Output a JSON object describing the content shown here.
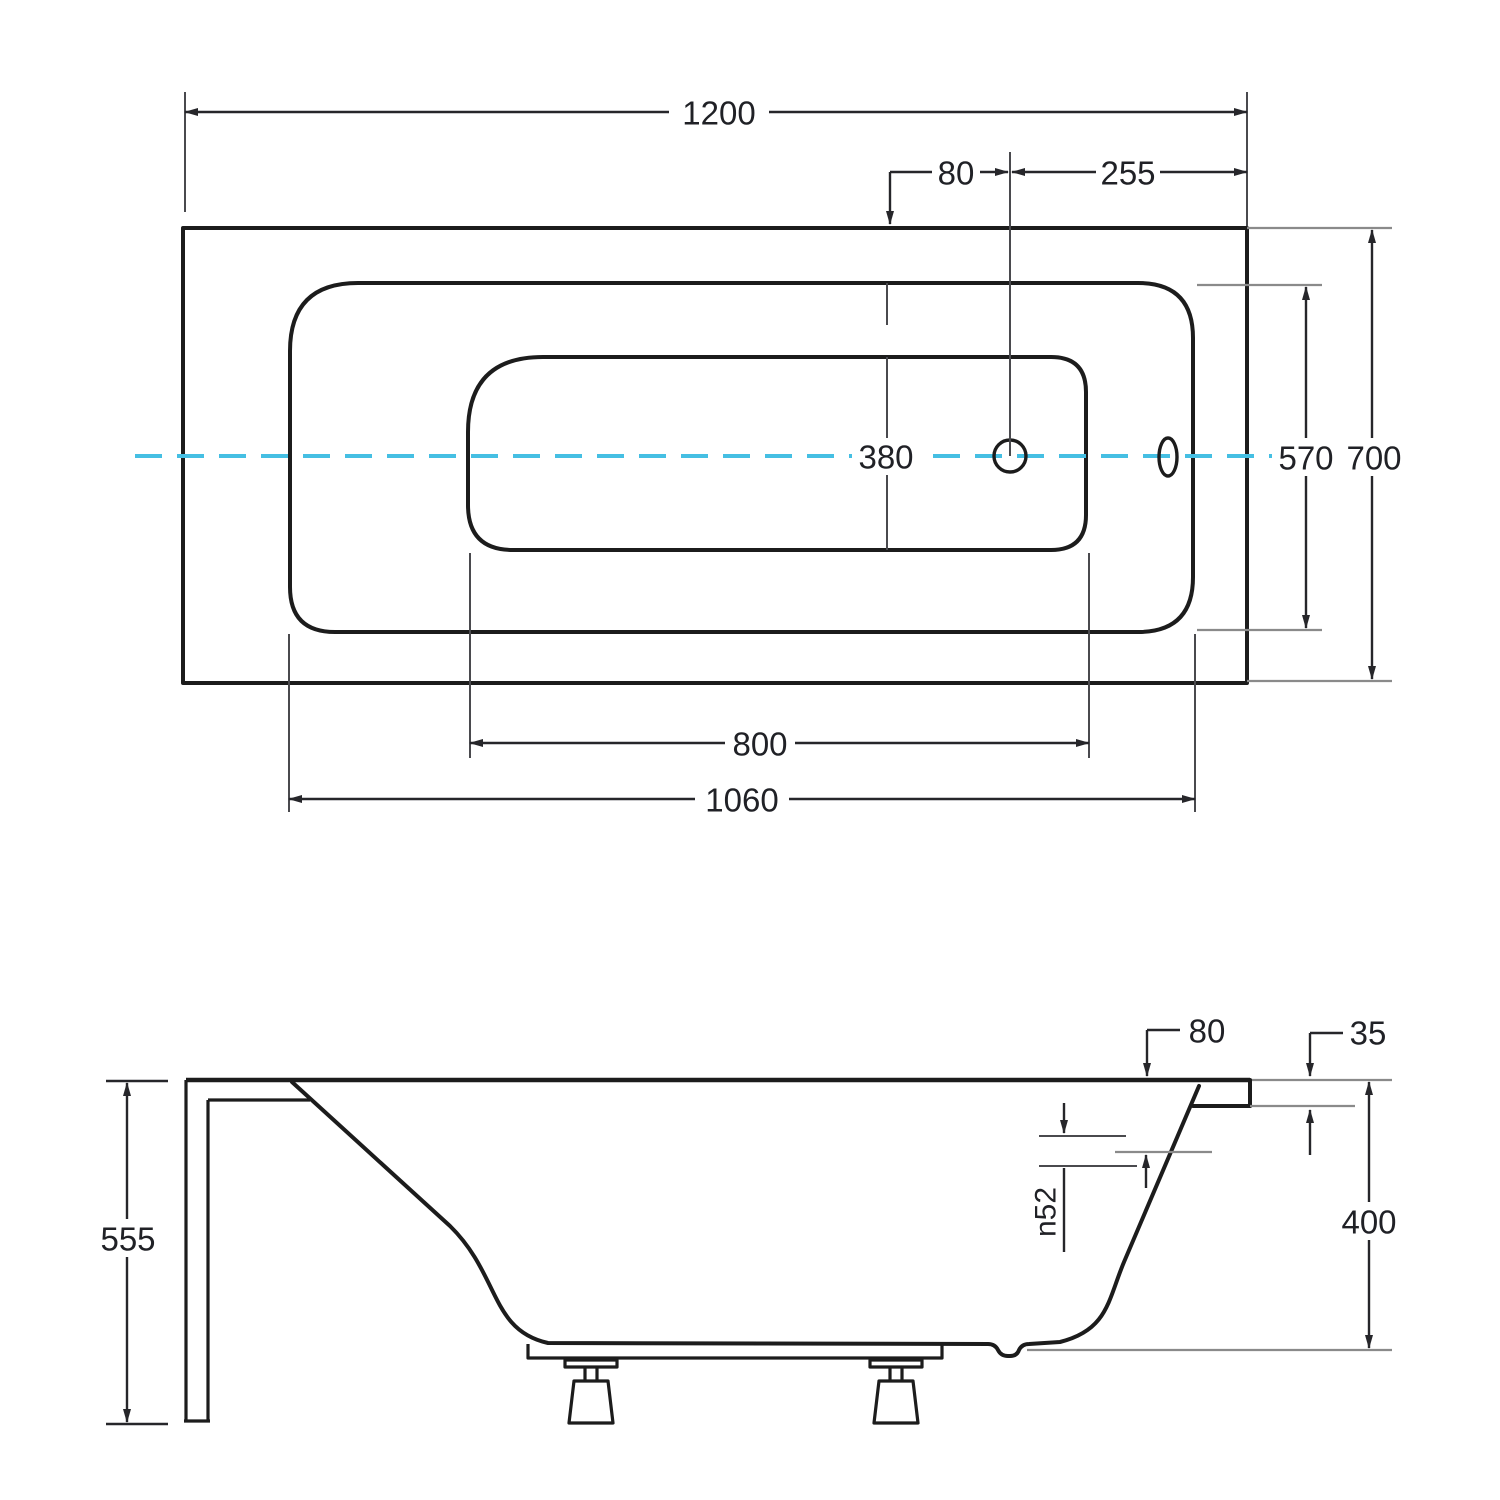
{
  "drawing": {
    "title": "bathtub-dimension-drawing",
    "colors": {
      "centerline": "#45bfe3",
      "outline": "#1c1c1c",
      "dimension_text": "#202126"
    },
    "top_view": {
      "overall_length": "1200",
      "overall_width": "700",
      "rim_width": "570",
      "rim_length": "1060",
      "floor_length": "800",
      "floor_width": "380",
      "drain_offset": "80",
      "drain_to_edge": "255"
    },
    "side_view": {
      "total_height": "555",
      "shell_height": "400",
      "rim_thickness": "35",
      "rim_overhang": "80",
      "drain_diameter": "n52"
    }
  }
}
